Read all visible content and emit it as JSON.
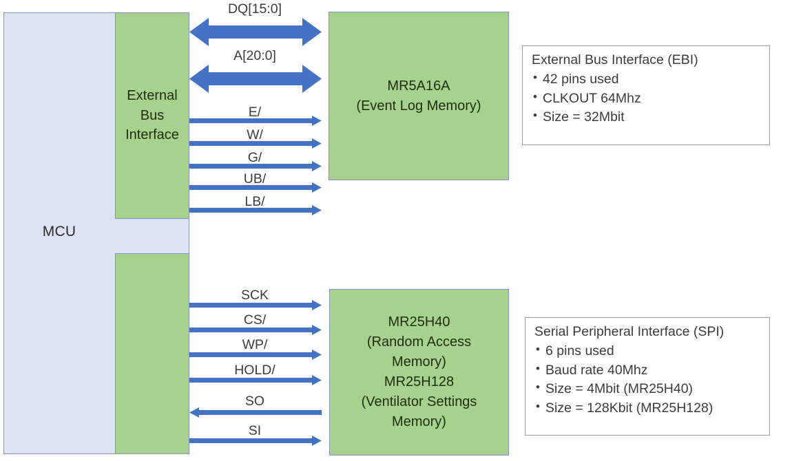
{
  "diagram": {
    "title": "MCU memory interface block diagram",
    "colors": {
      "mcu_fill": "#DCE3F2",
      "interface_fill": "#A9D18E",
      "block_border": "#7E95C4",
      "arrow": "#4472C4",
      "info_border": "#9A9A9A",
      "text": "#3B3B3B"
    }
  },
  "mcu": {
    "label": "MCU",
    "interfaces": [
      {
        "id": "ebi",
        "label": "External\nBus\nInterface"
      },
      {
        "id": "spi",
        "label": ""
      }
    ]
  },
  "memories": [
    {
      "id": "mr5a16a",
      "line1": "MR5A16A",
      "line2": "(Event Log Memory)"
    },
    {
      "id": "mr25h",
      "line1": "MR25H40",
      "line2": "(Random Access",
      "line3": "Memory)",
      "line4": "MR25H128",
      "line5": "(Ventilator Settings",
      "line6": "Memory)"
    }
  ],
  "ebi_signals": [
    {
      "label": "DQ[15:0]",
      "direction": "bidirectional"
    },
    {
      "label": "A[20:0]",
      "direction": "bidirectional"
    },
    {
      "label": "E/",
      "direction": "right"
    },
    {
      "label": "W/",
      "direction": "right"
    },
    {
      "label": "G/",
      "direction": "right"
    },
    {
      "label": "UB/",
      "direction": "right"
    },
    {
      "label": "LB/",
      "direction": "right"
    }
  ],
  "spi_signals": [
    {
      "label": "SCK",
      "direction": "right"
    },
    {
      "label": "CS/",
      "direction": "right"
    },
    {
      "label": "WP/",
      "direction": "right"
    },
    {
      "label": "HOLD/",
      "direction": "right"
    },
    {
      "label": "SO",
      "direction": "left"
    },
    {
      "label": "SI",
      "direction": "right"
    }
  ],
  "info_boxes": [
    {
      "id": "ebi",
      "title": "External Bus Interface (EBI)",
      "bullets": [
        "42 pins used",
        "CLKOUT 64Mhz",
        "Size = 32Mbit"
      ]
    },
    {
      "id": "spi",
      "title": "Serial Peripheral Interface (SPI)",
      "bullets": [
        "6 pins used",
        "Baud rate 40Mhz",
        "Size = 4Mbit (MR25H40)",
        "Size = 128Kbit (MR25H128)"
      ]
    }
  ]
}
